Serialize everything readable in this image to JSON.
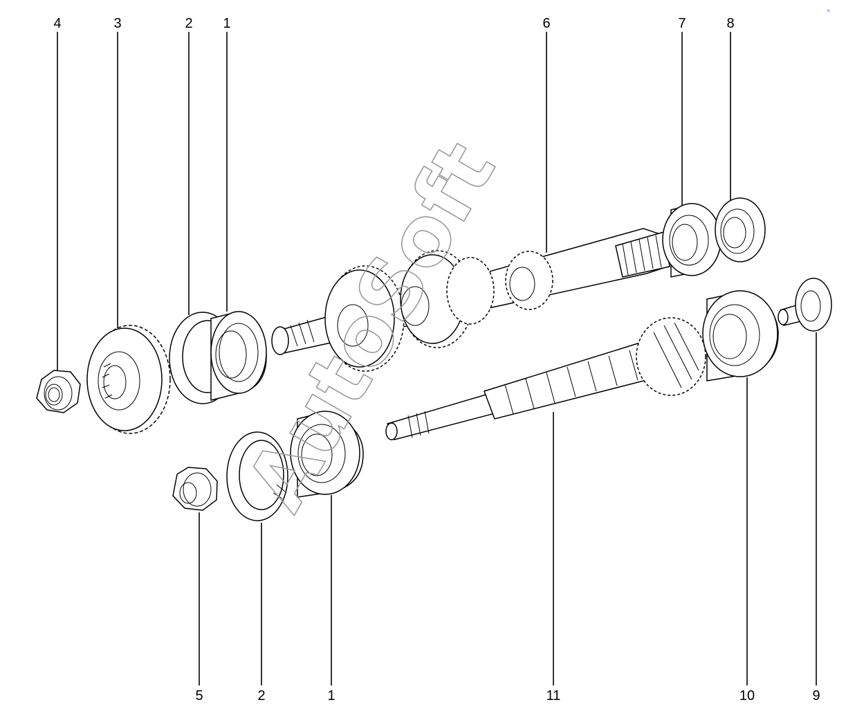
{
  "watermark": "AutoSoft",
  "corner_mark": "⚬ ",
  "callouts": {
    "top_4": "4",
    "top_3": "3",
    "top_2": "2",
    "top_1": "1",
    "top_6": "6",
    "top_7": "7",
    "top_8": "8",
    "bottom_5": "5",
    "bottom_2": "2",
    "bottom_1": "1",
    "bottom_11": "11",
    "bottom_10": "10",
    "bottom_9": "9"
  }
}
